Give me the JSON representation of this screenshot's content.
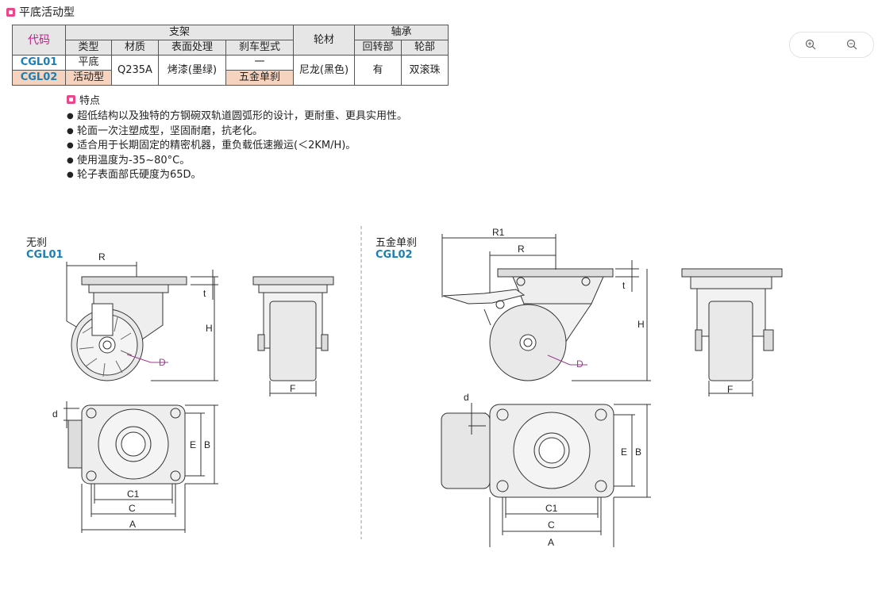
{
  "title": "平底活动型",
  "table": {
    "header_code": "代码",
    "header_bracket": "支架",
    "header_type": "类型",
    "header_material": "材质",
    "header_surface": "表面处理",
    "header_brake": "刹车型式",
    "header_wheel": "轮材",
    "header_bearing": "轴承",
    "header_swivel": "回转部",
    "header_wheelpart": "轮部",
    "code1": "CGL01",
    "code2": "CGL02",
    "type_line1": "平底",
    "type_line2": "活动型",
    "material": "Q235A",
    "surface": "烤漆(墨绿)",
    "brake1": "一",
    "brake2": "五金单刹",
    "wheel": "尼龙(黑色)",
    "swivel": "有",
    "wheelpart": "双滚珠"
  },
  "features": {
    "heading": "特点",
    "items": [
      "超低结构以及独特的方钢碗双轨道圆弧形的设计，更耐重、更具实用性。",
      "轮面一次注塑成型，坚固耐磨，抗老化。",
      "适合用于长期固定的精密机器，重负载低速搬运(＜2KM/H)。",
      "使用温度为-35~80°C。",
      "轮子表面部氏硬度为65D。"
    ]
  },
  "zoom": {
    "in_icon": "zoom-in-icon",
    "out_icon": "zoom-out-icon"
  },
  "drawing_left": {
    "name": "无刹",
    "code": "CGL01"
  },
  "drawing_right": {
    "name": "五金单刹",
    "code": "CGL02"
  },
  "dims": {
    "R": "R",
    "R1": "R1",
    "t": "t",
    "H": "H",
    "D": "D",
    "F": "F",
    "d": "d",
    "E": "E",
    "B": "B",
    "C1": "C1",
    "C": "C",
    "A": "A"
  },
  "colors": {
    "accent": "#e8488a",
    "code": "#1a7fb5",
    "highlight": "#f6d3bf",
    "dim_d": "#9b3c8c"
  }
}
